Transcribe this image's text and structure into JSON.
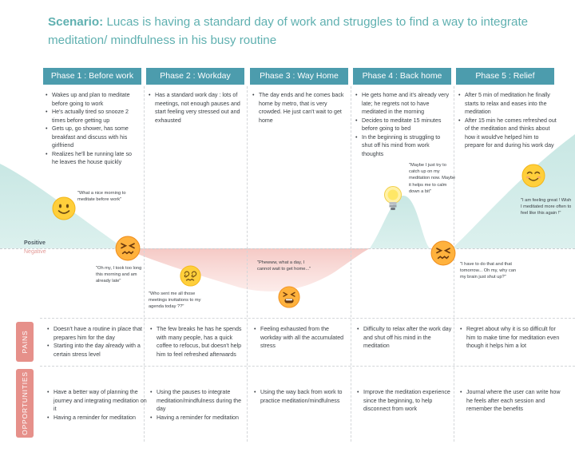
{
  "title": {
    "lead": "Scenario:",
    "text": "Lucas is having a standard day of work and struggles to find a way to integrate meditation/ mindfulness in his busy routine"
  },
  "axis": {
    "positive": "Positive",
    "negative": "Negative"
  },
  "rows": {
    "pains": "PAINS",
    "opportunities": "OPPORTUNITIES"
  },
  "colors": {
    "phase_header": "#4c9cad",
    "title": "#5fb0b0",
    "row_label": "#e6908a",
    "positive_area": "#9fd3cf",
    "negative_area": "#f2b8b3"
  },
  "emotion_levels": [
    "happy",
    "stressed",
    "confused",
    "exhausted",
    "hopeful",
    "stressed",
    "relieved"
  ],
  "phases": [
    {
      "label": "Phase 1 : Before work",
      "actions": [
        "Wakes up and plan to meditate before going to work",
        "He's actually tired so snooze 2 times before getting up",
        "Gets up, go shower, has some breakfast and discuss with his girlfriend",
        "Realizes he'll be running late so he leaves the house quickly"
      ],
      "pains": [
        "Doesn't have a routine in place that prepares him for the day",
        "Starting into the day already with a certain stress level"
      ],
      "opportunities": [
        "Have a better way of planning the journey and integrating meditation on it",
        "Having a reminder for meditation"
      ]
    },
    {
      "label": "Phase 2 : Workday",
      "actions": [
        "Has a standard work day : lots of meetings, not enough pauses and start feeling very stressed out and exhausted"
      ],
      "pains": [
        "The few breaks he has he spends with many people, has a quick coffee to refocus, but doesn't help him to feel refreshed afterwards"
      ],
      "opportunities": [
        "Using the pauses to integrate meditation/mindfulness during the day",
        "Having a reminder for meditation"
      ]
    },
    {
      "label": "Phase 3 : Way Home",
      "actions": [
        "The day ends and he comes back home by metro, that is very crowded. He just can't wait to get home"
      ],
      "pains": [
        "Feeling exhausted from the workday with all the accumulated stress"
      ],
      "opportunities": [
        "Using the way back from work to practice meditation/mindfulness"
      ]
    },
    {
      "label": "Phase 4 : Back home",
      "actions": [
        "He gets home and it's already very late; he regrets not to have meditated in the morning",
        "Decides to meditate 15 minutes before going to bed",
        "In the beginning is struggling to shut off his mind from work thoughts"
      ],
      "pains": [
        "Difficulty to relax after the work day and shut off his mind in the meditation"
      ],
      "opportunities": [
        "Improve the meditation experience since the beginning, to help disconnect from work"
      ]
    },
    {
      "label": "Phase 5 : Relief",
      "actions": [
        "After 5 min of meditation he finally starts to relax and eases into the meditation",
        "After 15 min he comes refreshed out of the meditation and thinks about how it would've helped him to prepare for and during his work day"
      ],
      "pains": [
        "Regret about why it is so difficult for him to make time for meditation even though it helps him a lot"
      ],
      "opportunities": [
        "Journal where the user can write how he feels after each session and remember the benefits"
      ]
    }
  ],
  "quotes": [
    "\"What a nice morning to meditate before work\"",
    "\"Oh my, I took too long this morning and am already late\"",
    "\"Who sent me all those meetings invitations to my agenda today ??\"",
    "\"Phewww, what a day, I cannot wait to get home...\"",
    "\"Maybe I just try to catch up on my meditation now. Maybe it helps me to calm down a bit\"",
    "\"I have to do that and that tomorrow... Oh my, why can my brain just shut up?\"",
    "\"I am feeling great ! Wish I meditated more often to feel like this again !\""
  ]
}
